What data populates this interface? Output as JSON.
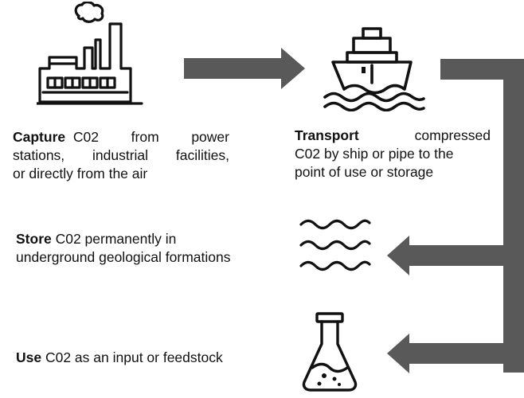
{
  "colors": {
    "arrow": "#595959",
    "icon": "#111111",
    "text": "#111111",
    "background": "#ffffff"
  },
  "icons": {
    "capture": "factory-icon",
    "transport": "ship-icon",
    "store": "waves-icon",
    "use": "flask-icon"
  },
  "steps": {
    "capture": {
      "keyword": "Capture",
      "line1": " C02 from power",
      "line2": "stations, industrial facilities,",
      "line3": "or directly from the air"
    },
    "transport": {
      "keyword": "Transport",
      "line1": " compressed",
      "line2": "C02 by ship or pipe to the",
      "line3": "point of use or storage"
    },
    "store": {
      "keyword": "Store",
      "line1": " C02 permanently in",
      "line2": "underground geological formations"
    },
    "use": {
      "keyword": "Use",
      "line1": " C02 as an input or feedstock"
    }
  }
}
